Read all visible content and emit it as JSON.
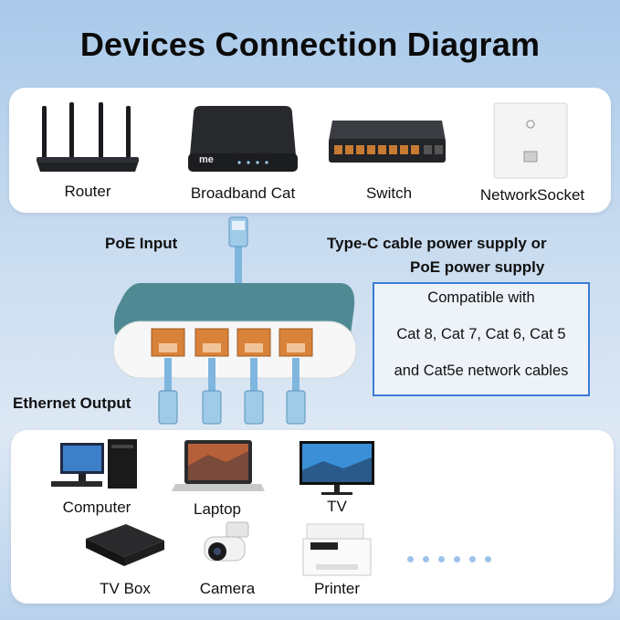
{
  "title": "Devices Connection Diagram",
  "top_devices": [
    "Router",
    "Broadband Cat",
    "Switch",
    "NetworkSocket"
  ],
  "broadband_logo": "me",
  "poe_input_label": "PoE Input",
  "power_supply": {
    "line1": "Type-C cable power supply or",
    "line2": "PoE power supply"
  },
  "compatibility": {
    "line1": "Compatible with",
    "line2": "Cat 8, Cat 7, Cat 6, Cat 5",
    "line3": "and Cat5e network cables"
  },
  "ethernet_output_label": "Ethernet Output",
  "bottom_devices": [
    "Computer",
    "Laptop",
    "TV",
    "TV Box",
    "Camera",
    "Printer"
  ],
  "colors": {
    "switch_body": "#4f8a94",
    "port_orange": "#d9823a",
    "cable_blue": "#7fb6de",
    "box_border": "#3a7bd5"
  }
}
